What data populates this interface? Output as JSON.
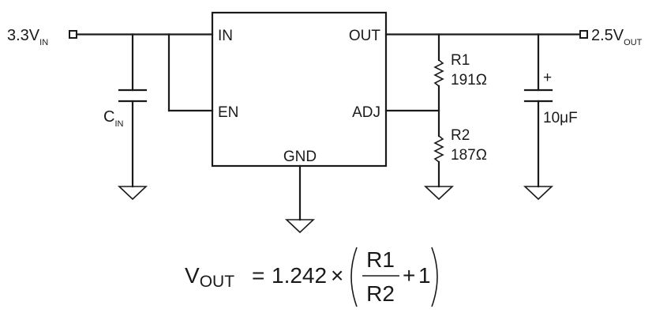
{
  "regulator": {
    "pins": {
      "in": "IN",
      "en": "EN",
      "out": "OUT",
      "adj": "ADJ",
      "gnd": "GND"
    }
  },
  "terminals": {
    "input": {
      "main": "3.3V",
      "sub": "IN"
    },
    "output": {
      "main": "2.5V",
      "sub": "OUT"
    }
  },
  "components": {
    "cin": {
      "main": "C",
      "sub": "IN"
    },
    "r1": {
      "name": "R1",
      "value": "191Ω"
    },
    "r2": {
      "name": "R2",
      "value": "187Ω"
    },
    "cout": {
      "value": "10μF",
      "polarity": "+"
    }
  },
  "equation": {
    "v": "V",
    "v_sub": "OUT",
    "equals": "=",
    "coefficient": "1.242",
    "times": "×",
    "numerator": "R1",
    "denominator": "R2",
    "plus": "+",
    "one": "1"
  }
}
